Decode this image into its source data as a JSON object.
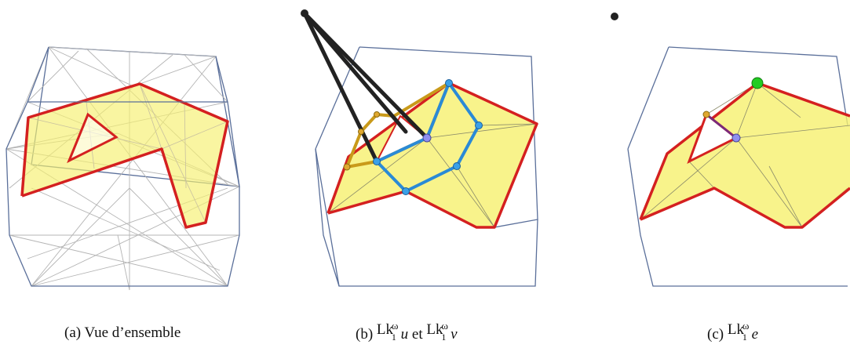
{
  "captions": {
    "a": "(a) Vue d’ensemble",
    "b_prefix": "(b) ",
    "b_link": "Lk",
    "b_sup": "ω",
    "b_sub": "1",
    "b_var_u": "u",
    "b_mid": " et ",
    "b_var_v": "v",
    "c_prefix": "(c) ",
    "c_var_e": "e"
  },
  "colors": {
    "cube_edge": "#5a6f9a",
    "mesh_edge": "#a8a8a8",
    "surface_fill": "#f6f06e",
    "boundary": "#d42020",
    "link_u": "#2a8ad6",
    "link_v": "#c99a1a",
    "vertex_u": "#8f8ff0",
    "apex": "#222222",
    "green_vertex": "#22cc22"
  }
}
